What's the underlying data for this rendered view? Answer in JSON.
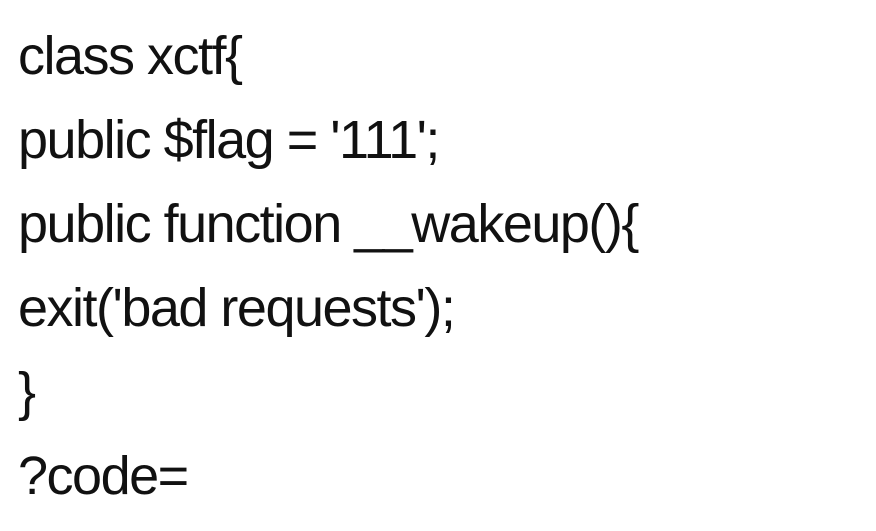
{
  "code_lines": [
    "class xctf{",
    "public $flag = '111';",
    "public function __wakeup(){",
    "exit('bad requests');",
    "}",
    "?code="
  ],
  "colors": {
    "background": "#ffffff",
    "text": "#111111"
  }
}
